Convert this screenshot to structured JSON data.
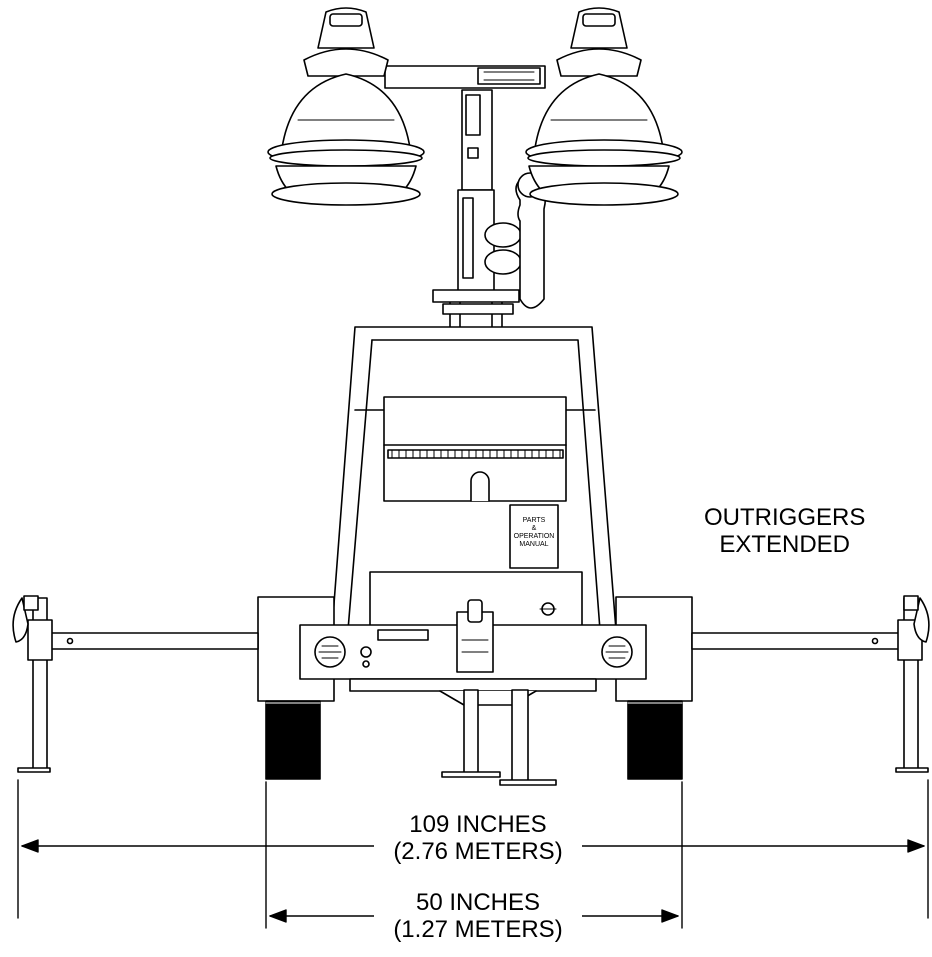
{
  "annotations": {
    "outriggers_line1": "OUTRIGGERS",
    "outriggers_line2": "EXTENDED",
    "overall_width_in": "109 INCHES",
    "overall_width_m": "(2.76 METERS)",
    "track_width_in": "50 INCHES",
    "track_width_m": "(1.27 METERS)"
  },
  "panel_label": {
    "line1": "PARTS",
    "line2": "&",
    "line3": "OPERATION",
    "line4": "MANUAL"
  },
  "colors": {
    "line": "#000000",
    "background": "#ffffff"
  }
}
